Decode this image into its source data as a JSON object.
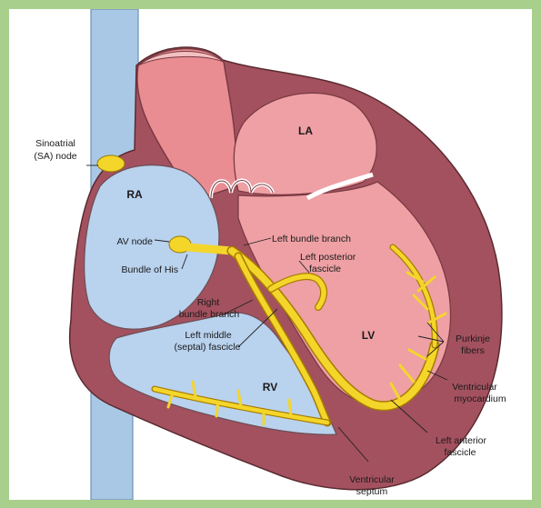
{
  "diagram": {
    "chambers": {
      "ra": "RA",
      "la": "LA",
      "rv": "RV",
      "lv": "LV"
    },
    "labels": {
      "sa_node_1": "Sinoatrial",
      "sa_node_2": "(SA) node",
      "av_node": "AV node",
      "bundle_of_his": "Bundle of His",
      "left_bundle_branch": "Left bundle branch",
      "left_posterior_1": "Left posterior",
      "left_posterior_2": "fascicle",
      "right_bundle_1": "Right",
      "right_bundle_2": "bundle branch",
      "left_middle_1": "Left middle",
      "left_middle_2": "(septal) fascicle",
      "purkinje_1": "Purkinje",
      "purkinje_2": "fibers",
      "ventricular_myo_1": "Ventricular",
      "ventricular_myo_2": "myocardium",
      "left_anterior_1": "Left anterior",
      "left_anterior_2": "fascicle",
      "ventricular_septum_1": "Ventricular",
      "ventricular_septum_2": "septum"
    },
    "colors": {
      "background_border": "#a9cf8d",
      "myocardium": "#a3515f",
      "left_side": "#eea0a4",
      "right_side": "#b9d2ee",
      "vena_cava": "#a9c8e6",
      "conduction": "#f4d62a"
    }
  }
}
